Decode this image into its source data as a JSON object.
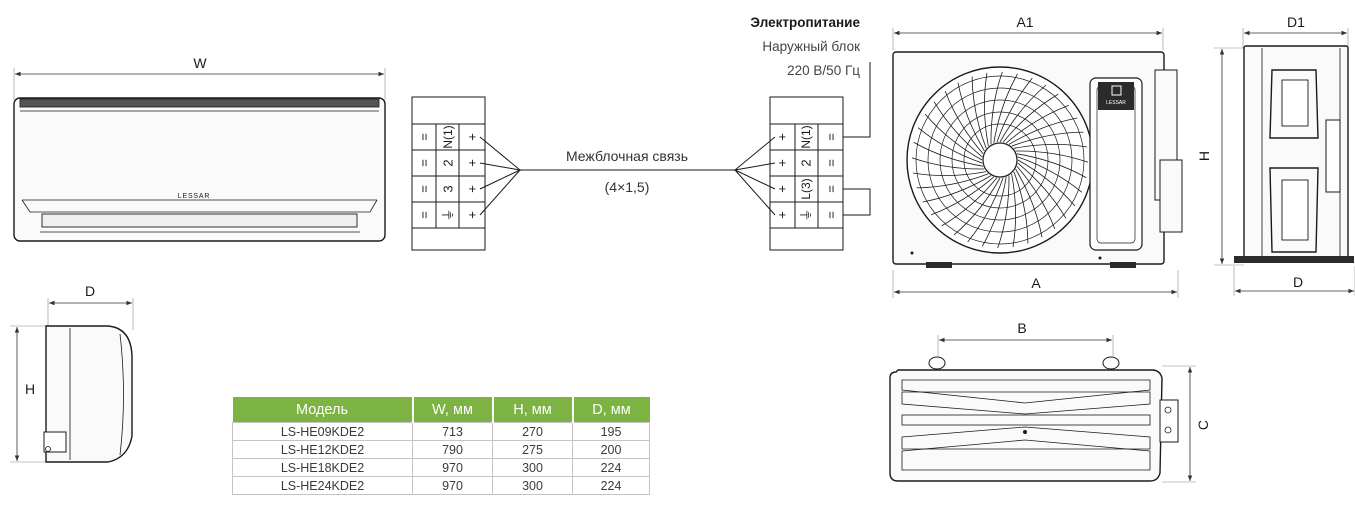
{
  "dimensions": {
    "indoor_width": "W",
    "indoor_depth": "D",
    "indoor_height": "H",
    "outdoor_a1": "A1",
    "outdoor_a": "A",
    "outdoor_b": "B",
    "outdoor_c": "C",
    "outdoor_h": "H",
    "outdoor_d1": "D1",
    "outdoor_d": "D"
  },
  "brand": "LESSAR",
  "power": {
    "title": "Электропитание",
    "line1": "Наружный блок",
    "line2": "220 В/50 Гц"
  },
  "connection": {
    "label": "Межблочная связь",
    "spec": "(4×1,5)"
  },
  "indoor_terminals": [
    "N(1)",
    "2",
    "3",
    "⏚"
  ],
  "outdoor_terminals": [
    "N(1)",
    "2",
    "L(3)",
    "⏚"
  ],
  "spec_table": {
    "headers": [
      "Модель",
      "W, мм",
      "H, мм",
      "D, мм"
    ],
    "rows": [
      [
        "LS-HE09KDE2",
        "713",
        "270",
        "195"
      ],
      [
        "LS-HE12KDE2",
        "790",
        "275",
        "200"
      ],
      [
        "LS-HE18KDE2",
        "970",
        "300",
        "224"
      ],
      [
        "LS-HE24KDE2",
        "970",
        "300",
        "224"
      ]
    ],
    "header_color": "#7cb342"
  }
}
